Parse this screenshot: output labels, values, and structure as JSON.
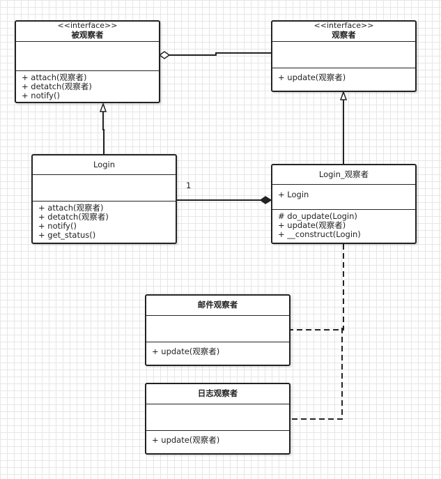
{
  "classes": {
    "subject_interface": {
      "stereotype": "<<interface>>",
      "name": "被观察者",
      "operations": [
        "+ attach(观察者)",
        "+ detatch(观察者)",
        "+ notify()"
      ]
    },
    "observer_interface": {
      "stereotype": "<<interface>>",
      "name": "观察者",
      "operations": [
        "+ update(观察者)"
      ]
    },
    "login": {
      "name": "Login",
      "operations": [
        "+ attach(观察者)",
        "+ detatch(观察者)",
        "+ notify()",
        "+ get_status()"
      ]
    },
    "login_observer": {
      "name": "Login_观察者",
      "attributes": [
        "+ Login"
      ],
      "operations": [
        "# do_update(Login)",
        "+ update(观察者)",
        "+ __construct(Login)"
      ]
    },
    "mail_observer": {
      "name": "邮件观察者",
      "operations": [
        "+ update(观察者)"
      ]
    },
    "log_observer": {
      "name": "日志观察者",
      "operations": [
        "+ update(观察者)"
      ]
    }
  },
  "relations": {
    "login_to_login_observer_multiplicity": "1"
  }
}
